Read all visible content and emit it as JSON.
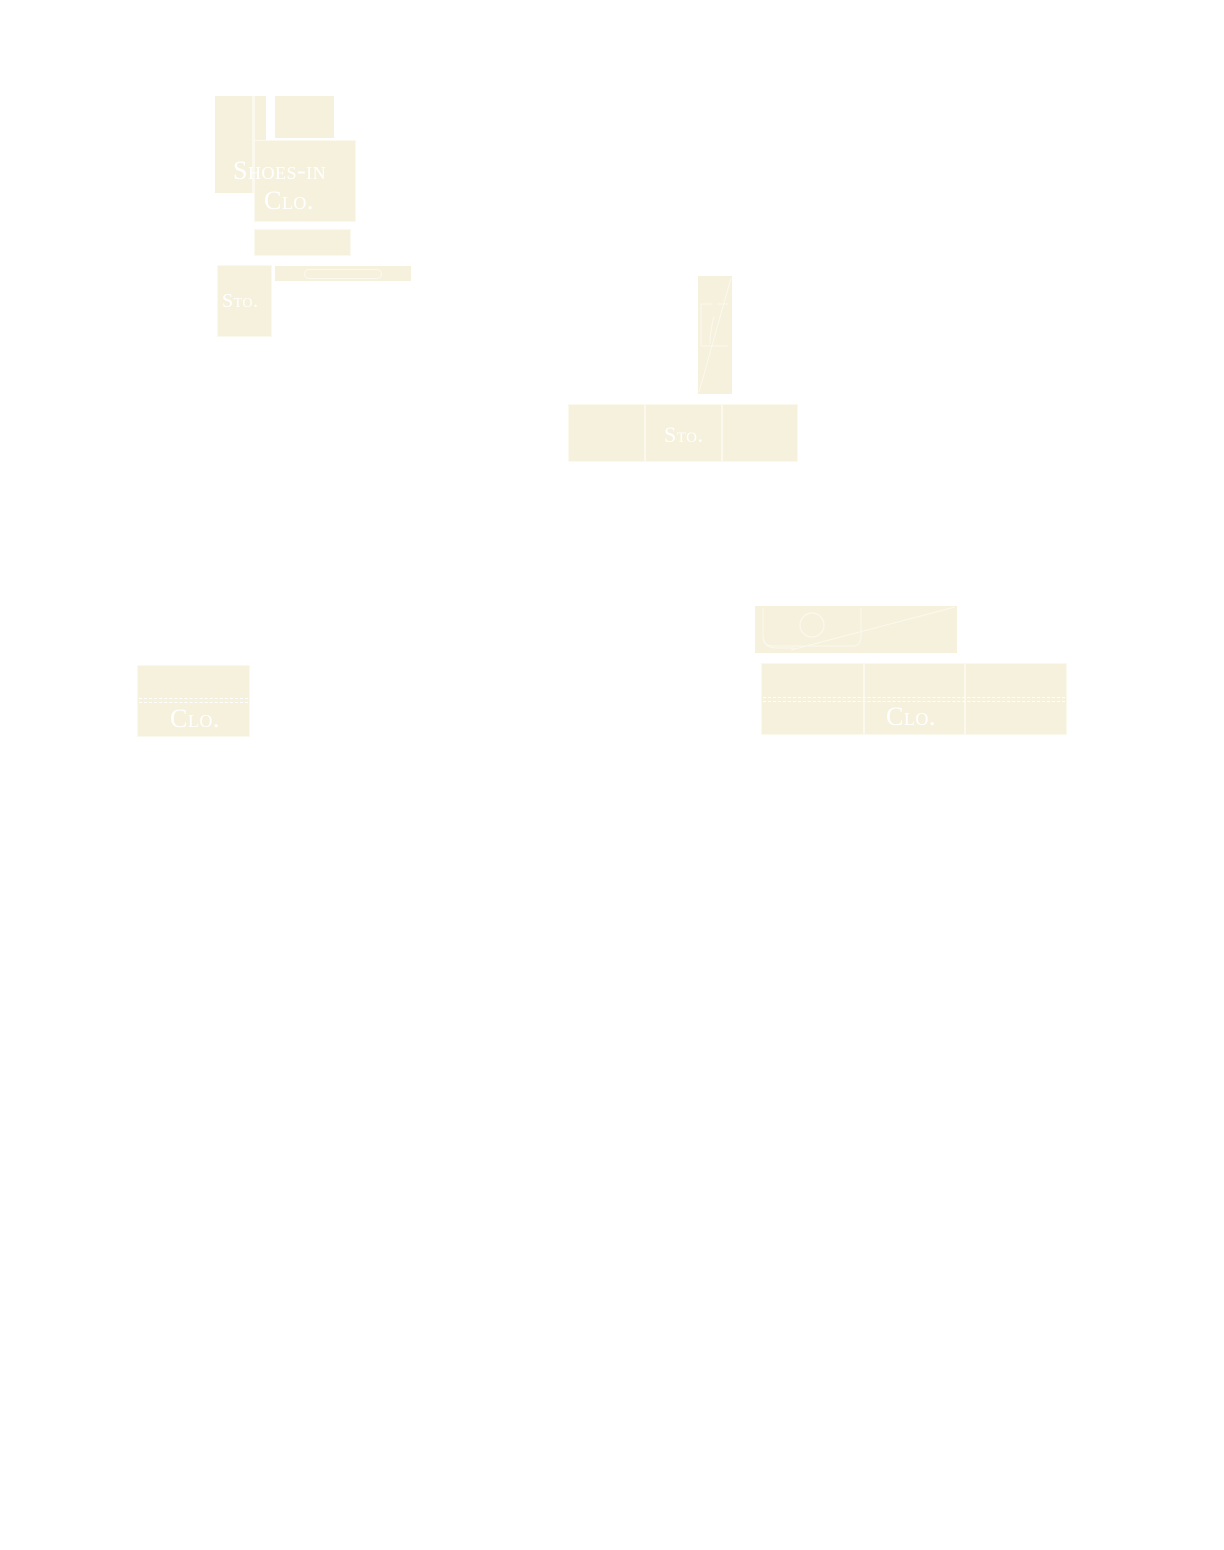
{
  "colors": {
    "page_background": "#ffffff",
    "fixture_fill": "#f6f1dd",
    "outline": "#fbf8ee",
    "label_text": "#ffffff"
  },
  "labels": {
    "shoes_in": "Shoes-in",
    "closet": "Clo.",
    "storage": "Sto."
  }
}
